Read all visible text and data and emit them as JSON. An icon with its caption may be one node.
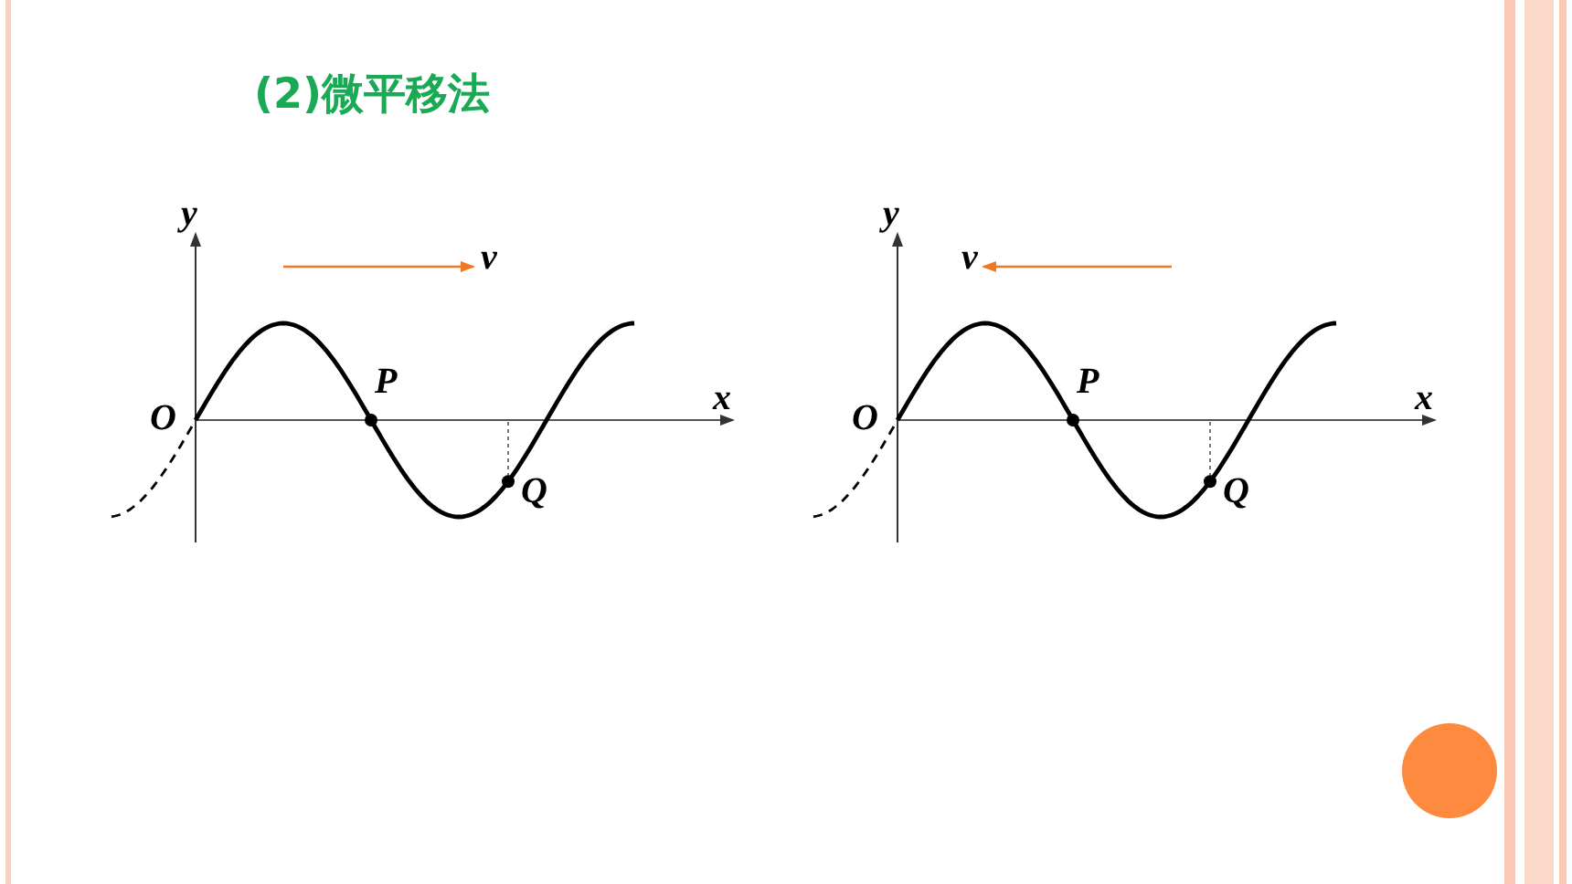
{
  "diagram": {
    "title": "(2)微平移法",
    "labels": [
      "y",
      "v",
      "O",
      "P",
      "x",
      "Q",
      "y",
      "v",
      "O",
      "P",
      "x",
      "Q"
    ]
  }
}
